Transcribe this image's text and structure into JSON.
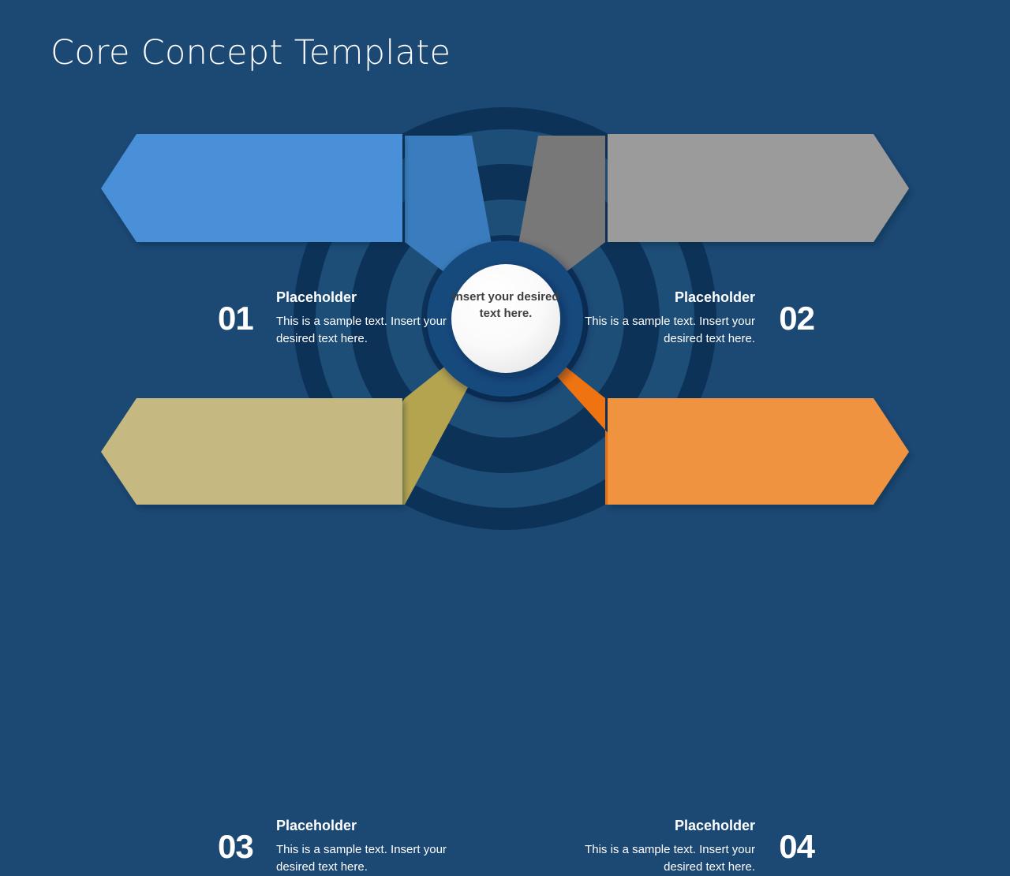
{
  "slide": {
    "title": "Core Concept Template",
    "background_color": "#1c4874",
    "ring_colors": [
      "#0d3258",
      "#1d4e78"
    ],
    "title_color": "#ffffff"
  },
  "hub": {
    "text": "Insert your desired text here.",
    "ring_color": "#12487c",
    "face_color": "#fbfbfb"
  },
  "items": [
    {
      "number": "01",
      "title": "Placeholder",
      "body": "This is a sample text. Insert your desired text here.",
      "color": "#4a90d9",
      "wedge_color": "#3a7cbd",
      "align": "left"
    },
    {
      "number": "02",
      "title": "Placeholder",
      "body": "This is a sample text. Insert your desired text here.",
      "color": "#9b9b9b",
      "wedge_color": "#787878",
      "align": "right"
    },
    {
      "number": "03",
      "title": "Placeholder",
      "body": "This is a sample text. Insert your desired text here.",
      "color": "#c6b881",
      "wedge_color": "#b5a44f",
      "align": "left"
    },
    {
      "number": "04",
      "title": "Placeholder",
      "body": "This is a sample text. Insert your desired text here.",
      "color": "#f0933f",
      "wedge_color": "#ef7411",
      "align": "right"
    }
  ]
}
